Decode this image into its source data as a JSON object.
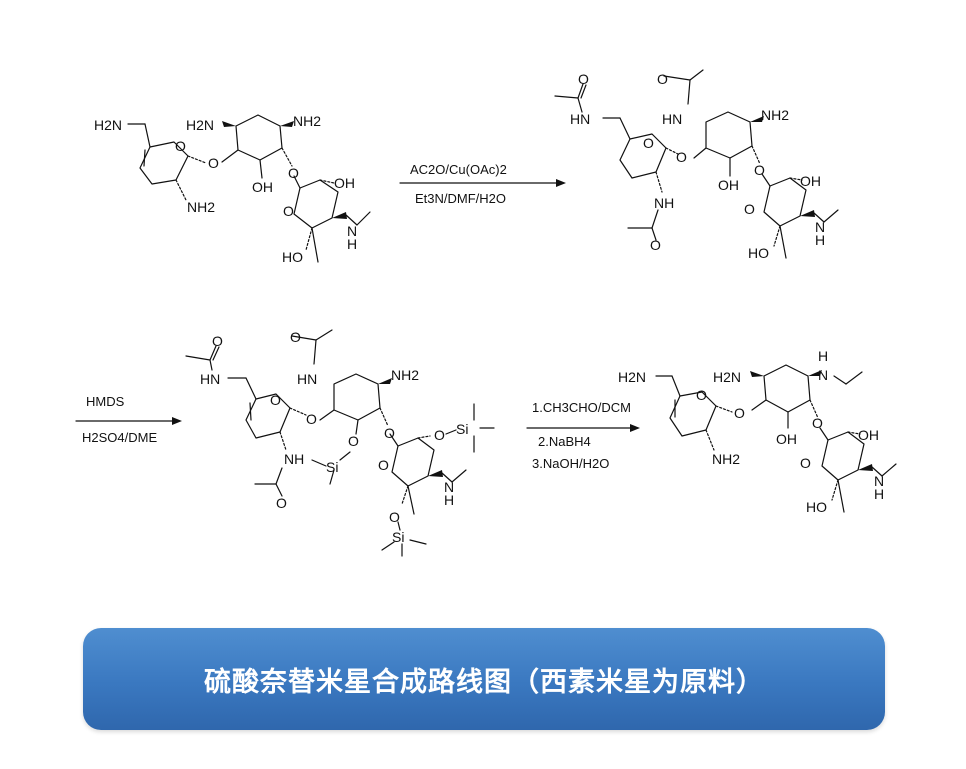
{
  "title": "硫酸奈替米星合成路线图（西素米星为原料）",
  "step1": {
    "reagent_top": "AC2O/Cu(OAc)2",
    "reagent_bottom": "Et3N/DMF/H2O"
  },
  "step2": {
    "reagent_top": "HMDS",
    "reagent_bottom": "H2SO4/DME"
  },
  "step3": {
    "reagent_1": "1.CH3CHO/DCM",
    "reagent_2": "2.NaBH4",
    "reagent_3": "3.NaOH/H2O"
  },
  "atoms": {
    "h2n": "H2N",
    "nh2": "NH2",
    "o": "O",
    "oh": "OH",
    "ho": "HO",
    "n": "N",
    "h": "H",
    "nh": "NH",
    "hn": "HN",
    "si": "Si"
  },
  "colors": {
    "banner": "#3a78c0",
    "banner_text": "#ffffff",
    "bond": "#111111"
  }
}
